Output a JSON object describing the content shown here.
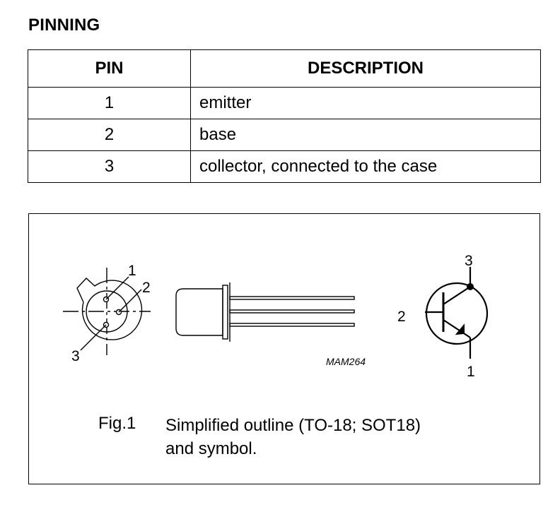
{
  "section_title": "PINNING",
  "table": {
    "headers": {
      "pin": "PIN",
      "description": "DESCRIPTION"
    },
    "rows": [
      {
        "pin": "1",
        "description": "emitter"
      },
      {
        "pin": "2",
        "description": "base"
      },
      {
        "pin": "3",
        "description": "collector, connected to the case"
      }
    ]
  },
  "figure": {
    "bottom_view_labels": {
      "pin1": "1",
      "pin2": "2",
      "pin3": "3"
    },
    "symbol_labels": {
      "collector": "3",
      "base": "2",
      "emitter": "1"
    },
    "drawing_code": "MAM264",
    "caption_number": "Fig.1",
    "caption_line1": "Simplified outline (TO-18; SOT18)",
    "caption_line2": "and symbol."
  }
}
